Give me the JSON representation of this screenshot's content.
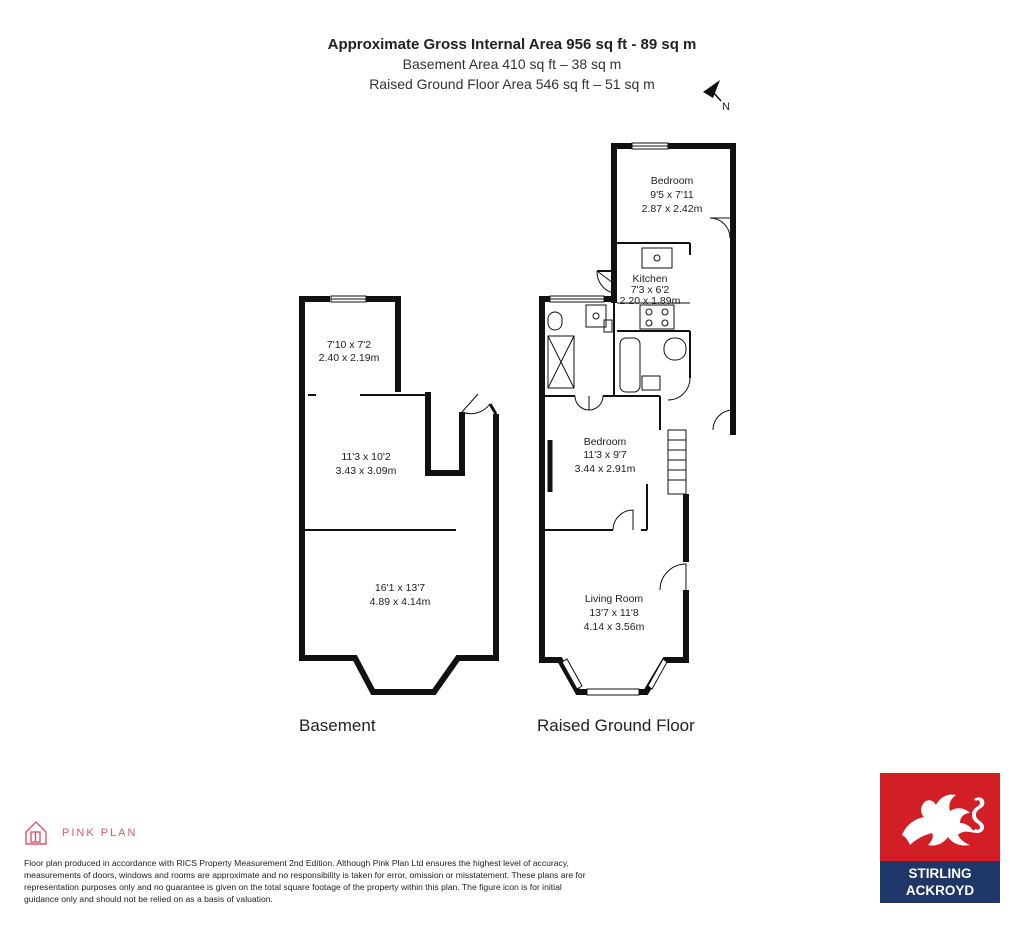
{
  "header": {
    "gross_area": "Approximate Gross Internal Area 956 sq ft - 89 sq m",
    "basement_area": "Basement Area 410 sq ft – 38 sq m",
    "ground_area": "Raised Ground Floor Area 546 sq ft – 51 sq m"
  },
  "compass": {
    "label": "N"
  },
  "basement": {
    "label": "Basement",
    "rooms": [
      {
        "imperial": "7'10 x 7'2",
        "metric": "2.40 x 2.19m"
      },
      {
        "imperial": "11'3 x 10'2",
        "metric": "3.43 x 3.09m"
      },
      {
        "imperial": "16'1 x 13'7",
        "metric": "4.89 x 4.14m"
      }
    ]
  },
  "ground_floor": {
    "label": "Raised Ground Floor",
    "rooms": [
      {
        "name": "Bedroom",
        "imperial": "9'5 x 7'11",
        "metric": "2.87 x 2.42m"
      },
      {
        "name": "Kitchen",
        "imperial": "7'3 x 6'2",
        "metric": "2.20 x 1.89m"
      },
      {
        "name": "Bedroom",
        "imperial": "11'3 x 9'7",
        "metric": "3.44 x 2.91m"
      },
      {
        "name": "Living Room",
        "imperial": "13'7 x 11'8",
        "metric": "4.14 x 3.56m"
      }
    ]
  },
  "footer": {
    "brand": "PINK PLAN",
    "disclaimer": "Floor plan produced in accordance with RICS Property Measurement 2nd Edition. Although Pink Plan Ltd ensures the highest level of accuracy, measurements of doors, windows and rooms are approximate and no responsibility is taken for error, omission or misstatement. These plans are for representation purposes only and no guarantee is given on the total square footage of the property within this plan. The figure icon is for initial guidance only and should not be relied on as a basis of valuation."
  },
  "agent_logo": {
    "line1": "STIRLING",
    "line2": "ACKROYD",
    "colors": {
      "red": "#d21f25",
      "navy": "#1f3669"
    }
  },
  "colors": {
    "walls": "#111111",
    "pink_plan": "#e2566d"
  }
}
